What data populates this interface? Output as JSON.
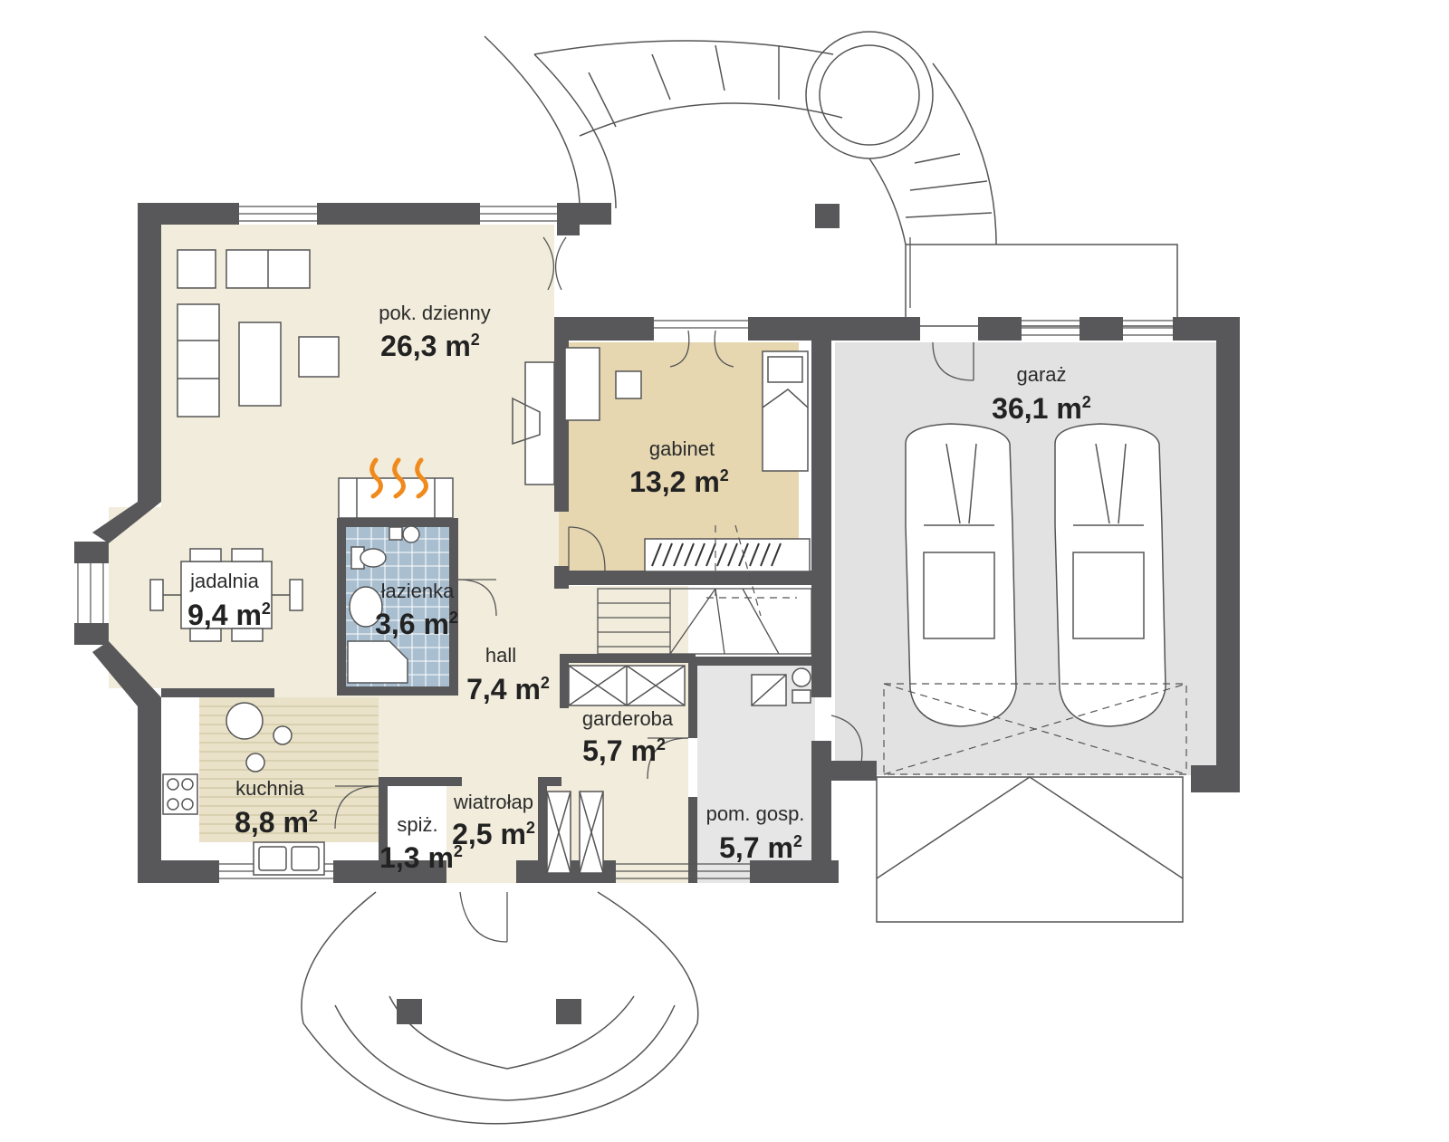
{
  "rooms": {
    "living": {
      "name": "pok. dzienny",
      "area": "26,3 m",
      "unit_sup": "2"
    },
    "dining": {
      "name": "jadalnia",
      "area": "9,4 m",
      "unit_sup": "2"
    },
    "bathroom": {
      "name": "łazienka",
      "area": "3,6 m",
      "unit_sup": "2"
    },
    "study": {
      "name": "gabinet",
      "area": "13,2 m",
      "unit_sup": "2"
    },
    "hall": {
      "name": "hall",
      "area": "7,4 m",
      "unit_sup": "2"
    },
    "wardrobe": {
      "name": "garderoba",
      "area": "5,7 m",
      "unit_sup": "2"
    },
    "kitchen": {
      "name": "kuchnia",
      "area": "8,8 m",
      "unit_sup": "2"
    },
    "pantry": {
      "name": "spiż.",
      "area": "1,3 m",
      "unit_sup": "2"
    },
    "vestibule": {
      "name": "wiatrołap",
      "area": "2,5 m",
      "unit_sup": "2"
    },
    "utility": {
      "name": "pom. gosp.",
      "area": "5,7 m",
      "unit_sup": "2"
    },
    "garage": {
      "name": "garaż",
      "area": "36,1 m",
      "unit_sup": "2"
    }
  },
  "colors": {
    "wall": "#58585a",
    "living_floor": "#f1ecdb",
    "study_floor": "#e6d7b1",
    "bath_tile": "#a9bfd0",
    "garage_floor": "#e2e2e3",
    "utility_floor": "#e6e6e6",
    "fire": "#f08a1d"
  },
  "icons": [
    "fireplace-icon",
    "car-icon",
    "toilet-icon",
    "stove-icon",
    "sink-icon",
    "door-swing-icon",
    "stairs-icon"
  ]
}
